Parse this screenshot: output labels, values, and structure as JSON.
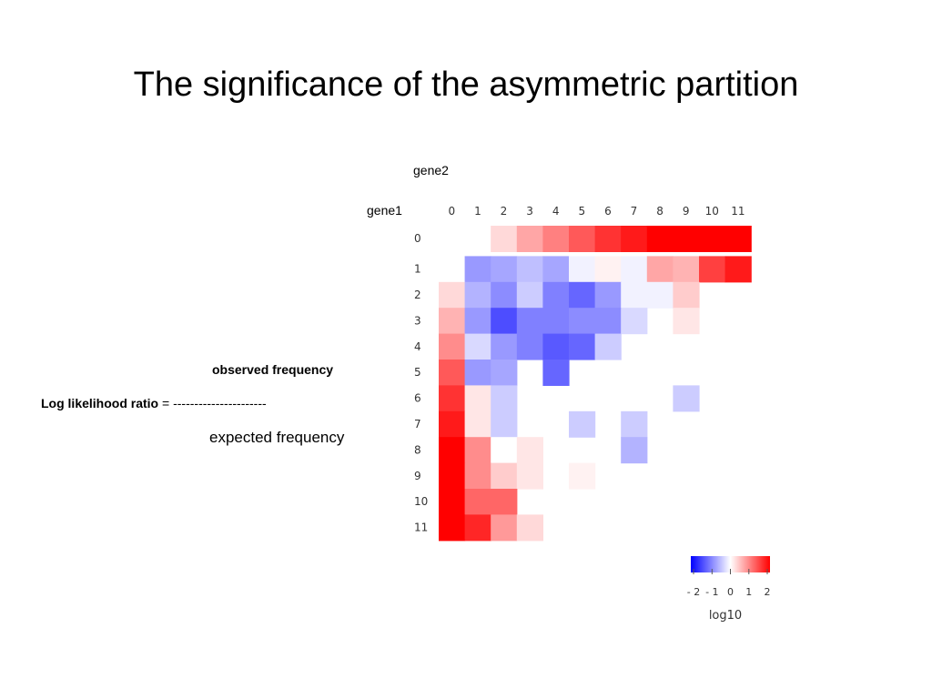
{
  "slide": {
    "title": "The significance of the asymmetric partition"
  },
  "formula": {
    "lhs": "Log  likelihood ratio",
    "equals": "=",
    "numerator": "observed frequency",
    "fraction_bar": "----------------------",
    "denominator": "expected frequency"
  },
  "chart_data": {
    "type": "heatmap",
    "title": "",
    "xlabel": "gene2",
    "ylabel": "gene1",
    "x_categories": [
      "0",
      "1",
      "2",
      "3",
      "4",
      "5",
      "6",
      "7",
      "8",
      "9",
      "10",
      "11"
    ],
    "y_categories": [
      "0",
      "1",
      "2",
      "3",
      "4",
      "5",
      "6",
      "7",
      "8",
      "9",
      "10",
      "11"
    ],
    "values_log10": [
      [
        null,
        null,
        0.3,
        0.7,
        1.0,
        1.3,
        1.6,
        1.8,
        2.0,
        2.0,
        2.0,
        2.0
      ],
      [
        null,
        -0.8,
        -0.7,
        -0.5,
        -0.7,
        -0.1,
        0.1,
        -0.1,
        0.7,
        0.6,
        1.5,
        1.8
      ],
      [
        0.3,
        -0.6,
        -0.9,
        -0.4,
        -1.0,
        -1.2,
        -0.8,
        -0.1,
        -0.1,
        0.4,
        null,
        null
      ],
      [
        0.6,
        -0.8,
        -1.4,
        -1.0,
        -1.0,
        -0.9,
        -0.9,
        -0.3,
        null,
        0.2,
        null,
        null
      ],
      [
        0.9,
        -0.3,
        -0.8,
        -1.0,
        -1.3,
        -1.2,
        -0.4,
        null,
        null,
        null,
        null,
        null
      ],
      [
        1.3,
        -0.8,
        -0.7,
        null,
        -1.2,
        null,
        null,
        null,
        null,
        null,
        null,
        null
      ],
      [
        1.6,
        0.2,
        -0.4,
        null,
        null,
        null,
        null,
        null,
        null,
        -0.4,
        null,
        null
      ],
      [
        1.8,
        0.2,
        -0.4,
        null,
        null,
        -0.4,
        null,
        -0.4,
        null,
        null,
        null,
        null
      ],
      [
        2.0,
        0.9,
        0.0,
        0.2,
        null,
        null,
        null,
        -0.6,
        null,
        null,
        null,
        null
      ],
      [
        2.0,
        0.9,
        0.4,
        0.2,
        null,
        0.1,
        null,
        null,
        null,
        null,
        null,
        null
      ],
      [
        2.0,
        1.2,
        1.2,
        null,
        null,
        null,
        null,
        null,
        null,
        null,
        null,
        null
      ],
      [
        2.0,
        1.7,
        0.8,
        0.3,
        null,
        null,
        null,
        null,
        null,
        null,
        null,
        null
      ]
    ],
    "color_scale": {
      "label": "log10",
      "min": -2,
      "max": 2,
      "ticks": [
        "- 2",
        "- 1",
        "0",
        "1",
        "2"
      ],
      "low_color": "#0000ff",
      "mid_color": "#ffffff",
      "high_color": "#ff0000"
    },
    "grid": false,
    "legend_position": "bottom-right"
  }
}
